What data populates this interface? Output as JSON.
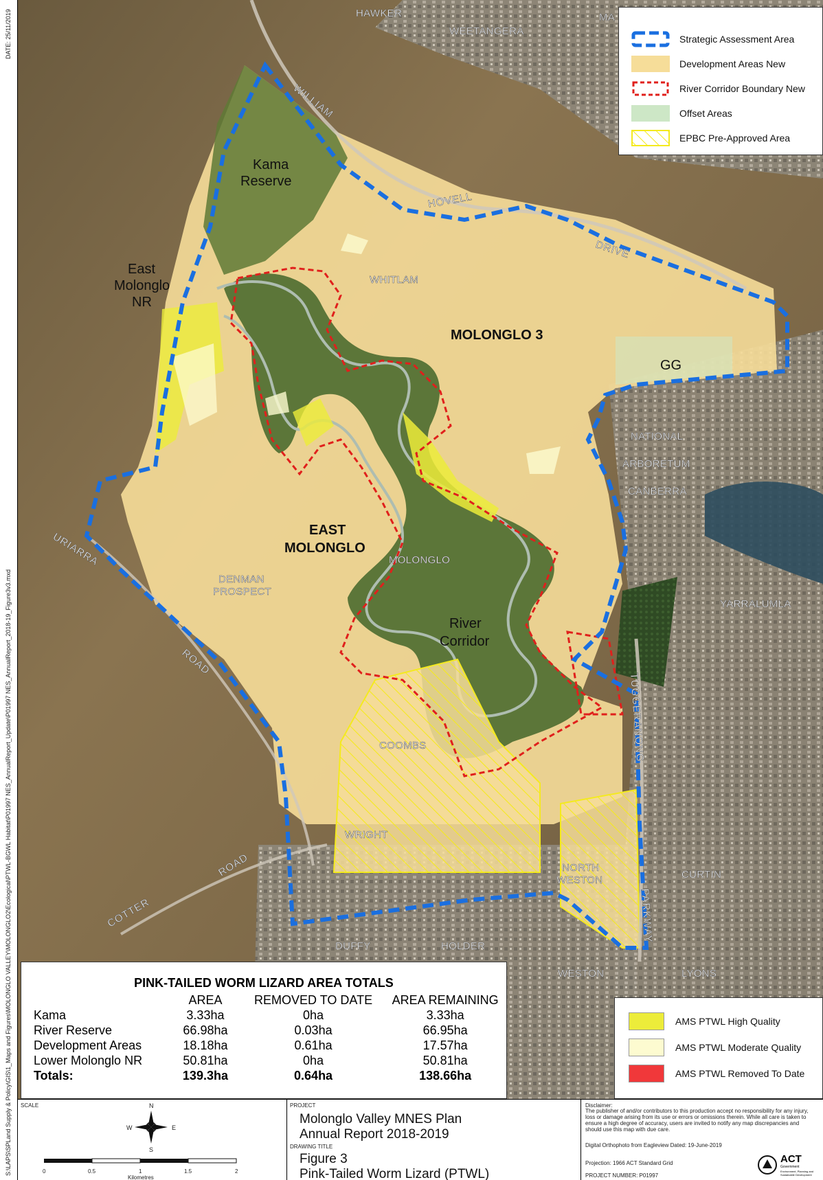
{
  "side": {
    "date": "DATE: 25/11/2019",
    "path": "S:\\LAPS\\SPLand Supply & Policy\\GIS\\1_Maps and Figures\\MOLONGLO VALLEY\\MOLONGLO2\\Ecological\\PTWL-BGWL Habitat\\P01997 NES_AnnualReport_Update\\P01997 NES_AnnualReport_2018-19_Figure3v3.mxd"
  },
  "legend_top": {
    "items": [
      {
        "label": "Strategic Assessment Area"
      },
      {
        "label": "Development Areas New"
      },
      {
        "label": "River Corridor Boundary New"
      },
      {
        "label": "Offset Areas"
      },
      {
        "label": "EPBC Pre-Approved Area"
      }
    ]
  },
  "legend_bottom": {
    "items": [
      {
        "label": "AMS PTWL High Quality",
        "color": "#ecec3a"
      },
      {
        "label": "AMS PTWL Moderate Quality",
        "color": "#fdfbd0"
      },
      {
        "label": "AMS PTWL Removed To Date",
        "color": "#f0383a"
      }
    ]
  },
  "colors": {
    "strategic_boundary": "#1a6fe0",
    "development": "#f6dd99",
    "river_boundary": "#e0201c",
    "offset": "#cde7c6",
    "epbc": "#f4ea1e",
    "high_quality": "#ecec3a",
    "moderate_quality": "#fdfbd0",
    "removed": "#f0383a"
  },
  "map_labels": {
    "kama_reserve_1": "Kama",
    "kama_reserve_2": "Reserve",
    "east_molonglo_nr_1": "East",
    "east_molonglo_nr_2": "Molonglo",
    "east_molonglo_nr_3": "NR",
    "molonglo_3": "MOLONGLO 3",
    "gg": "GG",
    "east_molonglo_1": "EAST",
    "east_molonglo_2": "MOLONGLO",
    "river_corridor_1": "River",
    "river_corridor_2": "Corridor",
    "hawker": "HAWKER",
    "weetangera": "WEETANGERA",
    "ma": "MA",
    "whitlam": "WHITLAM",
    "national": "NATIONAL",
    "arboretum": "ARBORETUM",
    "canberra": "CANBERRA",
    "molonglo": "MOLONGLO",
    "denman_1": "DENMAN",
    "denman_2": "PROSPECT",
    "yarralumla": "YARRALUMLA",
    "coombs": "COOMBS",
    "wright": "WRIGHT",
    "north_weston_1": "NORTH",
    "north_weston_2": "WESTON",
    "curtin": "CURTIN",
    "duffy": "DUFFY",
    "holder": "HOLDER",
    "weston": "WESTON",
    "lyons": "LYONS",
    "road_william": "WILLIAM",
    "road_hovell": "HOVELL",
    "road_drive": "DRIVE",
    "road_uriarra": "URIARRA",
    "road_road1": "ROAD",
    "road_road2": "ROAD",
    "road_cotter": "COTTER",
    "road_tuggeranong": "TUGGERANONG",
    "road_parkway": "PARKWAY"
  },
  "totals": {
    "title": "PINK-TAILED WORM LIZARD AREA TOTALS",
    "headers": [
      "",
      "AREA",
      "REMOVED TO DATE",
      "AREA REMAINING"
    ],
    "rows": [
      [
        "Kama",
        "3.33ha",
        "0ha",
        "3.33ha"
      ],
      [
        "River Reserve",
        "66.98ha",
        "0.03ha",
        "66.95ha"
      ],
      [
        "Development Areas",
        "18.18ha",
        "0.61ha",
        "17.57ha"
      ],
      [
        "Lower Molonglo NR",
        "50.81ha",
        "0ha",
        "50.81ha"
      ]
    ],
    "totals_row": [
      "Totals:",
      "139.3ha",
      "0.64ha",
      "138.66ha"
    ]
  },
  "title_block": {
    "scale_label": "SCALE",
    "north_n": "N",
    "north_s": "S",
    "north_e": "E",
    "north_w": "W",
    "scale_ticks": [
      "0",
      "0.5",
      "1",
      "1.5",
      "2"
    ],
    "scale_unit": "Kilometres",
    "project_label": "PROJECT",
    "project_line1": "Molonglo Valley MNES Plan",
    "project_line2": "Annual Report 2018-2019",
    "drawing_label": "DRAWING TITLE",
    "drawing_line1": "Figure 3",
    "drawing_line2": "Pink-Tailed Worm Lizard (PTWL)",
    "disclaimer_label": "Disclaimer:",
    "disclaimer_text": "The publisher of and/or contributors to this production accept no responsibility for any injury, loss or damage arising from its use or errors or omissions therein. While all care is taken to ensure a high degree of accuracy, users are invited to notify any map discrepancies and should use this map with due care.",
    "orthophoto": "Digital Orthophoto from Eagleview Dated: 19-June-2019",
    "projection": "Projection: 1966 ACT Standard Grid",
    "project_number": "PROJECT NUMBER: P01997",
    "act_logo": "ACT",
    "act_gov": "Government",
    "act_dir": "Environment, Planning and Sustainable Development"
  }
}
